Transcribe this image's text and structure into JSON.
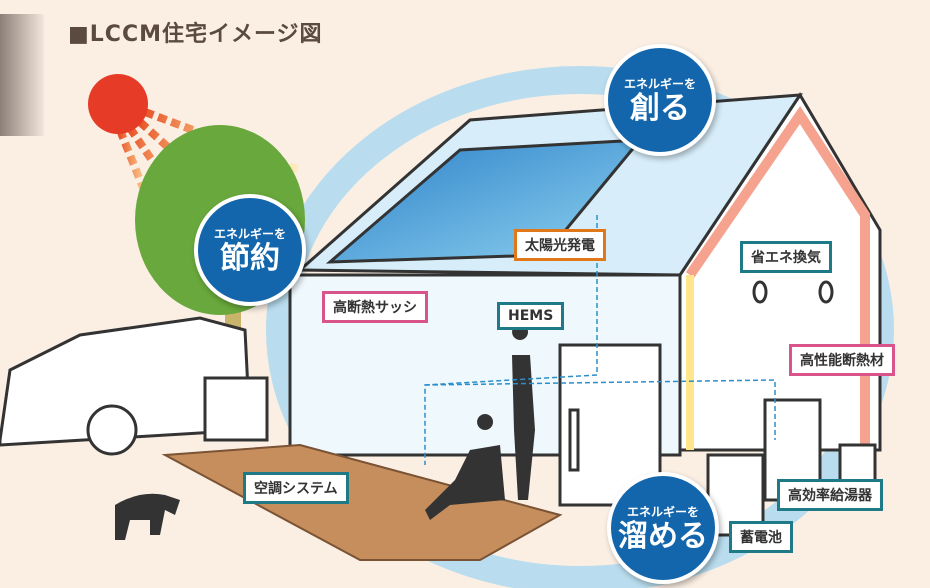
{
  "title": "■LCCM住宅イメージ図",
  "badges": {
    "save": {
      "small": "エネルギーを",
      "big": "節約"
    },
    "create": {
      "small": "エネルギーを",
      "big": "創る"
    },
    "store": {
      "small": "エネルギーを",
      "big": "溜める"
    }
  },
  "labels": {
    "solar": "太陽光発電",
    "ventilation": "省エネ換気",
    "sash": "高断熱サッシ",
    "hems": "HEMS",
    "insulation": "高性能断熱材",
    "aircon": "空調システム",
    "water_heater": "高効率給湯器",
    "battery": "蓄電池"
  },
  "colors": {
    "badge": "#1466ac",
    "teal": "#1d7a86",
    "pink": "#d9548a",
    "orange": "#e07718",
    "sun": "#e63b26"
  }
}
